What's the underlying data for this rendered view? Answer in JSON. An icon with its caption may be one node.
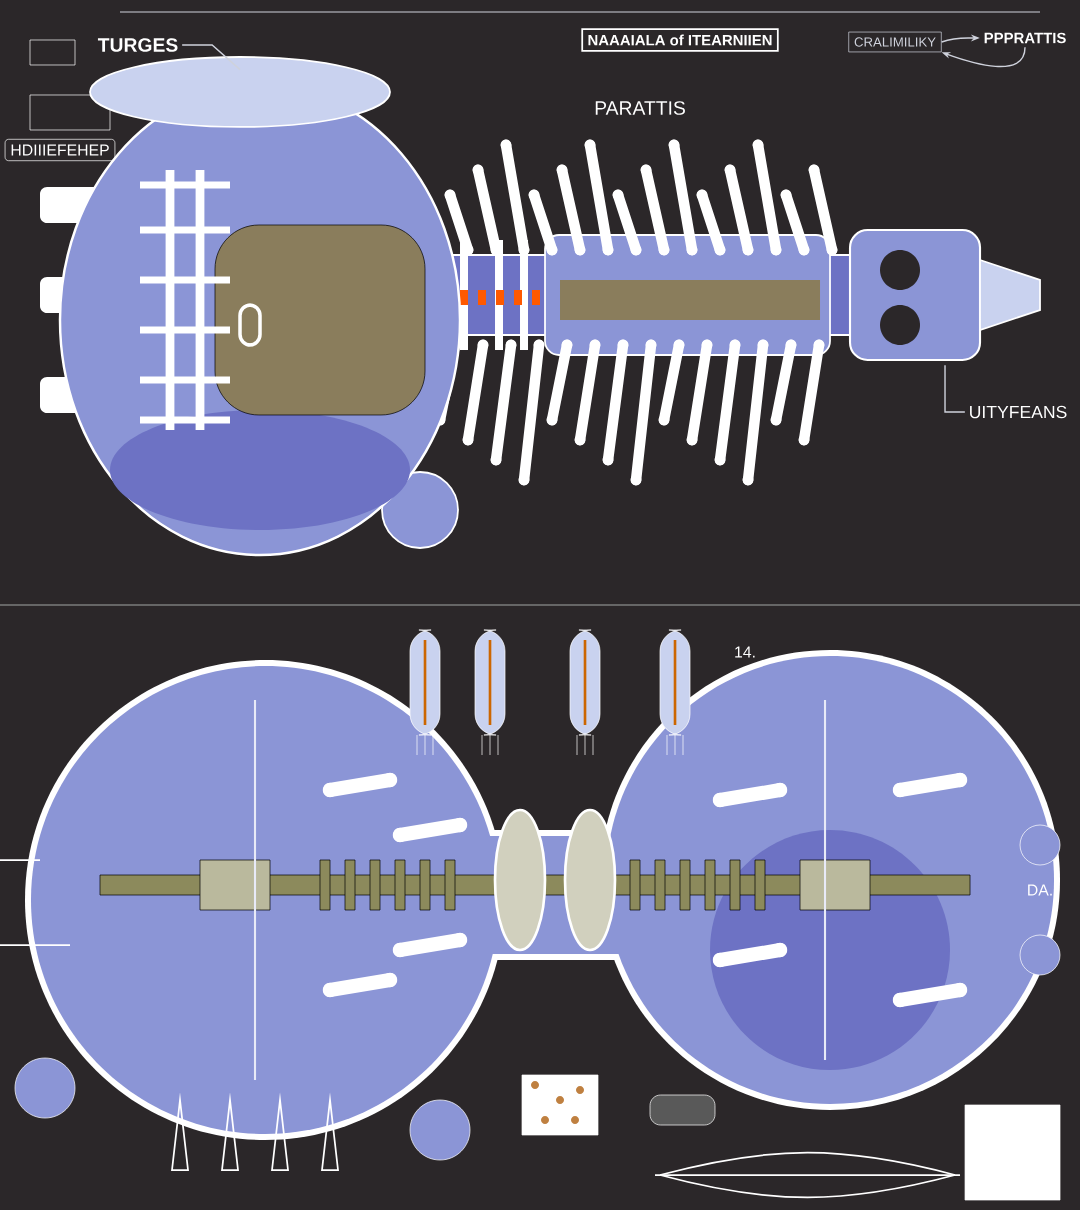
{
  "diagram": {
    "title": "NAAAIALA of ITEARNIIEN",
    "nodes": [
      {
        "text": [
          "TURGES"
        ]
      },
      {
        "text": [],
        "shape": "picture"
      },
      {
        "text": [],
        "shape": "picture"
      },
      {
        "text": [
          "CRALIMILIKY"
        ]
      },
      {
        "text": [
          "PPPRATTIS"
        ]
      },
      {
        "text": [
          "UITYFEANS"
        ]
      },
      {
        "text": [
          "HDIIIEFEHEP"
        ]
      }
    ],
    "edges": [
      {
        "from": 0,
        "to": 1,
        "arrow": "none"
      },
      {
        "from": 3,
        "to": 4,
        "arrow": "to"
      },
      {
        "from": 4,
        "to": 3,
        "arrow": "to"
      },
      {
        "from": 5,
        "to": 2,
        "arrow": "none"
      }
    ],
    "labels": [
      "PARATTIS",
      "14.",
      "DA."
    ]
  }
}
